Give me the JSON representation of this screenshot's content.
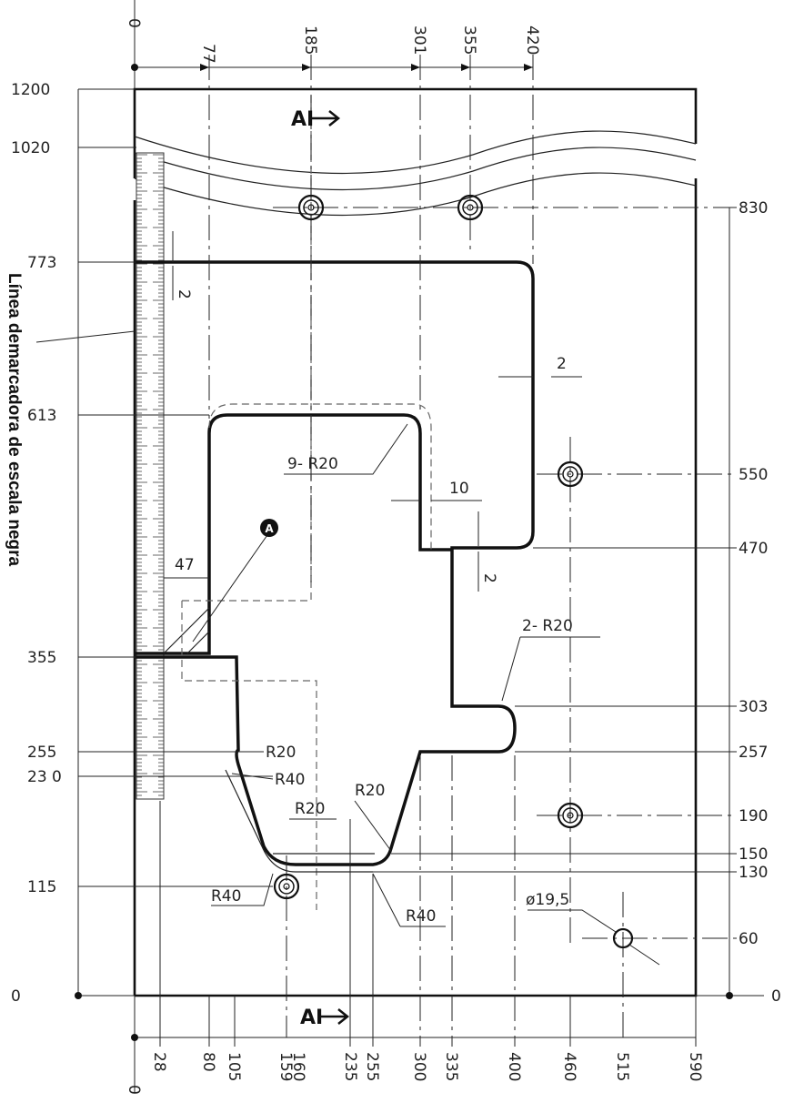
{
  "top_dims": [
    "0",
    "77",
    "185",
    "301",
    "355",
    "420"
  ],
  "bottom_dims": [
    "0",
    "28",
    "80",
    "105",
    "160",
    "159",
    "235",
    "255",
    "300",
    "335",
    "400",
    "460",
    "515",
    "590"
  ],
  "left_dims": [
    "1200",
    "1020",
    "773",
    "613",
    "355",
    "255",
    "23 0",
    "115",
    "0"
  ],
  "right_dims": [
    "830",
    "550",
    "470",
    "303",
    "257",
    "190",
    "150",
    "130",
    "60",
    "0"
  ],
  "callouts": {
    "r20_nine": "9- R20",
    "r20_two": "2- R20",
    "gap_10": "10",
    "gap_2_right": "2",
    "gap_2_top": "2",
    "gap_2_mid": "2",
    "gap_47": "47",
    "r20_a": "R20",
    "r40_a": "R40",
    "r20_b": "R20",
    "r20_c": "R20",
    "r40_b": "R40",
    "r40_c": "R40",
    "hole_dia": "ø19,5",
    "marker_a": "A",
    "section_top": "AI",
    "section_bottom": "AI"
  },
  "side_label": "Línea demarcadora de escala negra"
}
